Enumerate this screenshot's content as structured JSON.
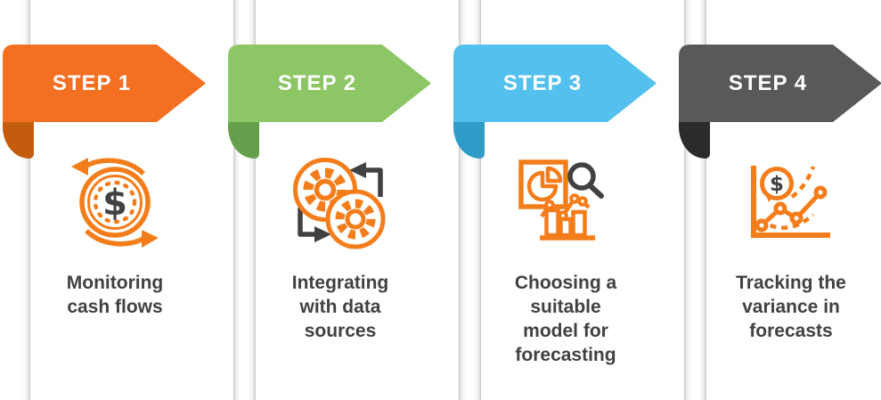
{
  "icon_palette": {
    "primary": "#F47D1B",
    "dark": "#414042",
    "text": "#414042",
    "banner_text": "#FFFFFF"
  },
  "steps": [
    {
      "label": "STEP 1",
      "caption": "Monitoring\ncash flows",
      "color": "#F36F21",
      "fold_color": "#C45C0D",
      "icon": "cash-flow-icon"
    },
    {
      "label": "STEP 2",
      "caption": "Integrating\nwith data\nsources",
      "color": "#8CC665",
      "fold_color": "#649F4B",
      "icon": "gears-sync-icon"
    },
    {
      "label": "STEP 3",
      "caption": "Choosing a\nsuitable\nmodel for\nforecasting",
      "color": "#54C0ED",
      "fold_color": "#2E9CC6",
      "icon": "model-analytics-icon"
    },
    {
      "label": "STEP 4",
      "caption": "Tracking the\nvariance in\nforecasts",
      "color": "#58595B",
      "fold_color": "#2B2B2C",
      "icon": "variance-chart-icon"
    }
  ]
}
